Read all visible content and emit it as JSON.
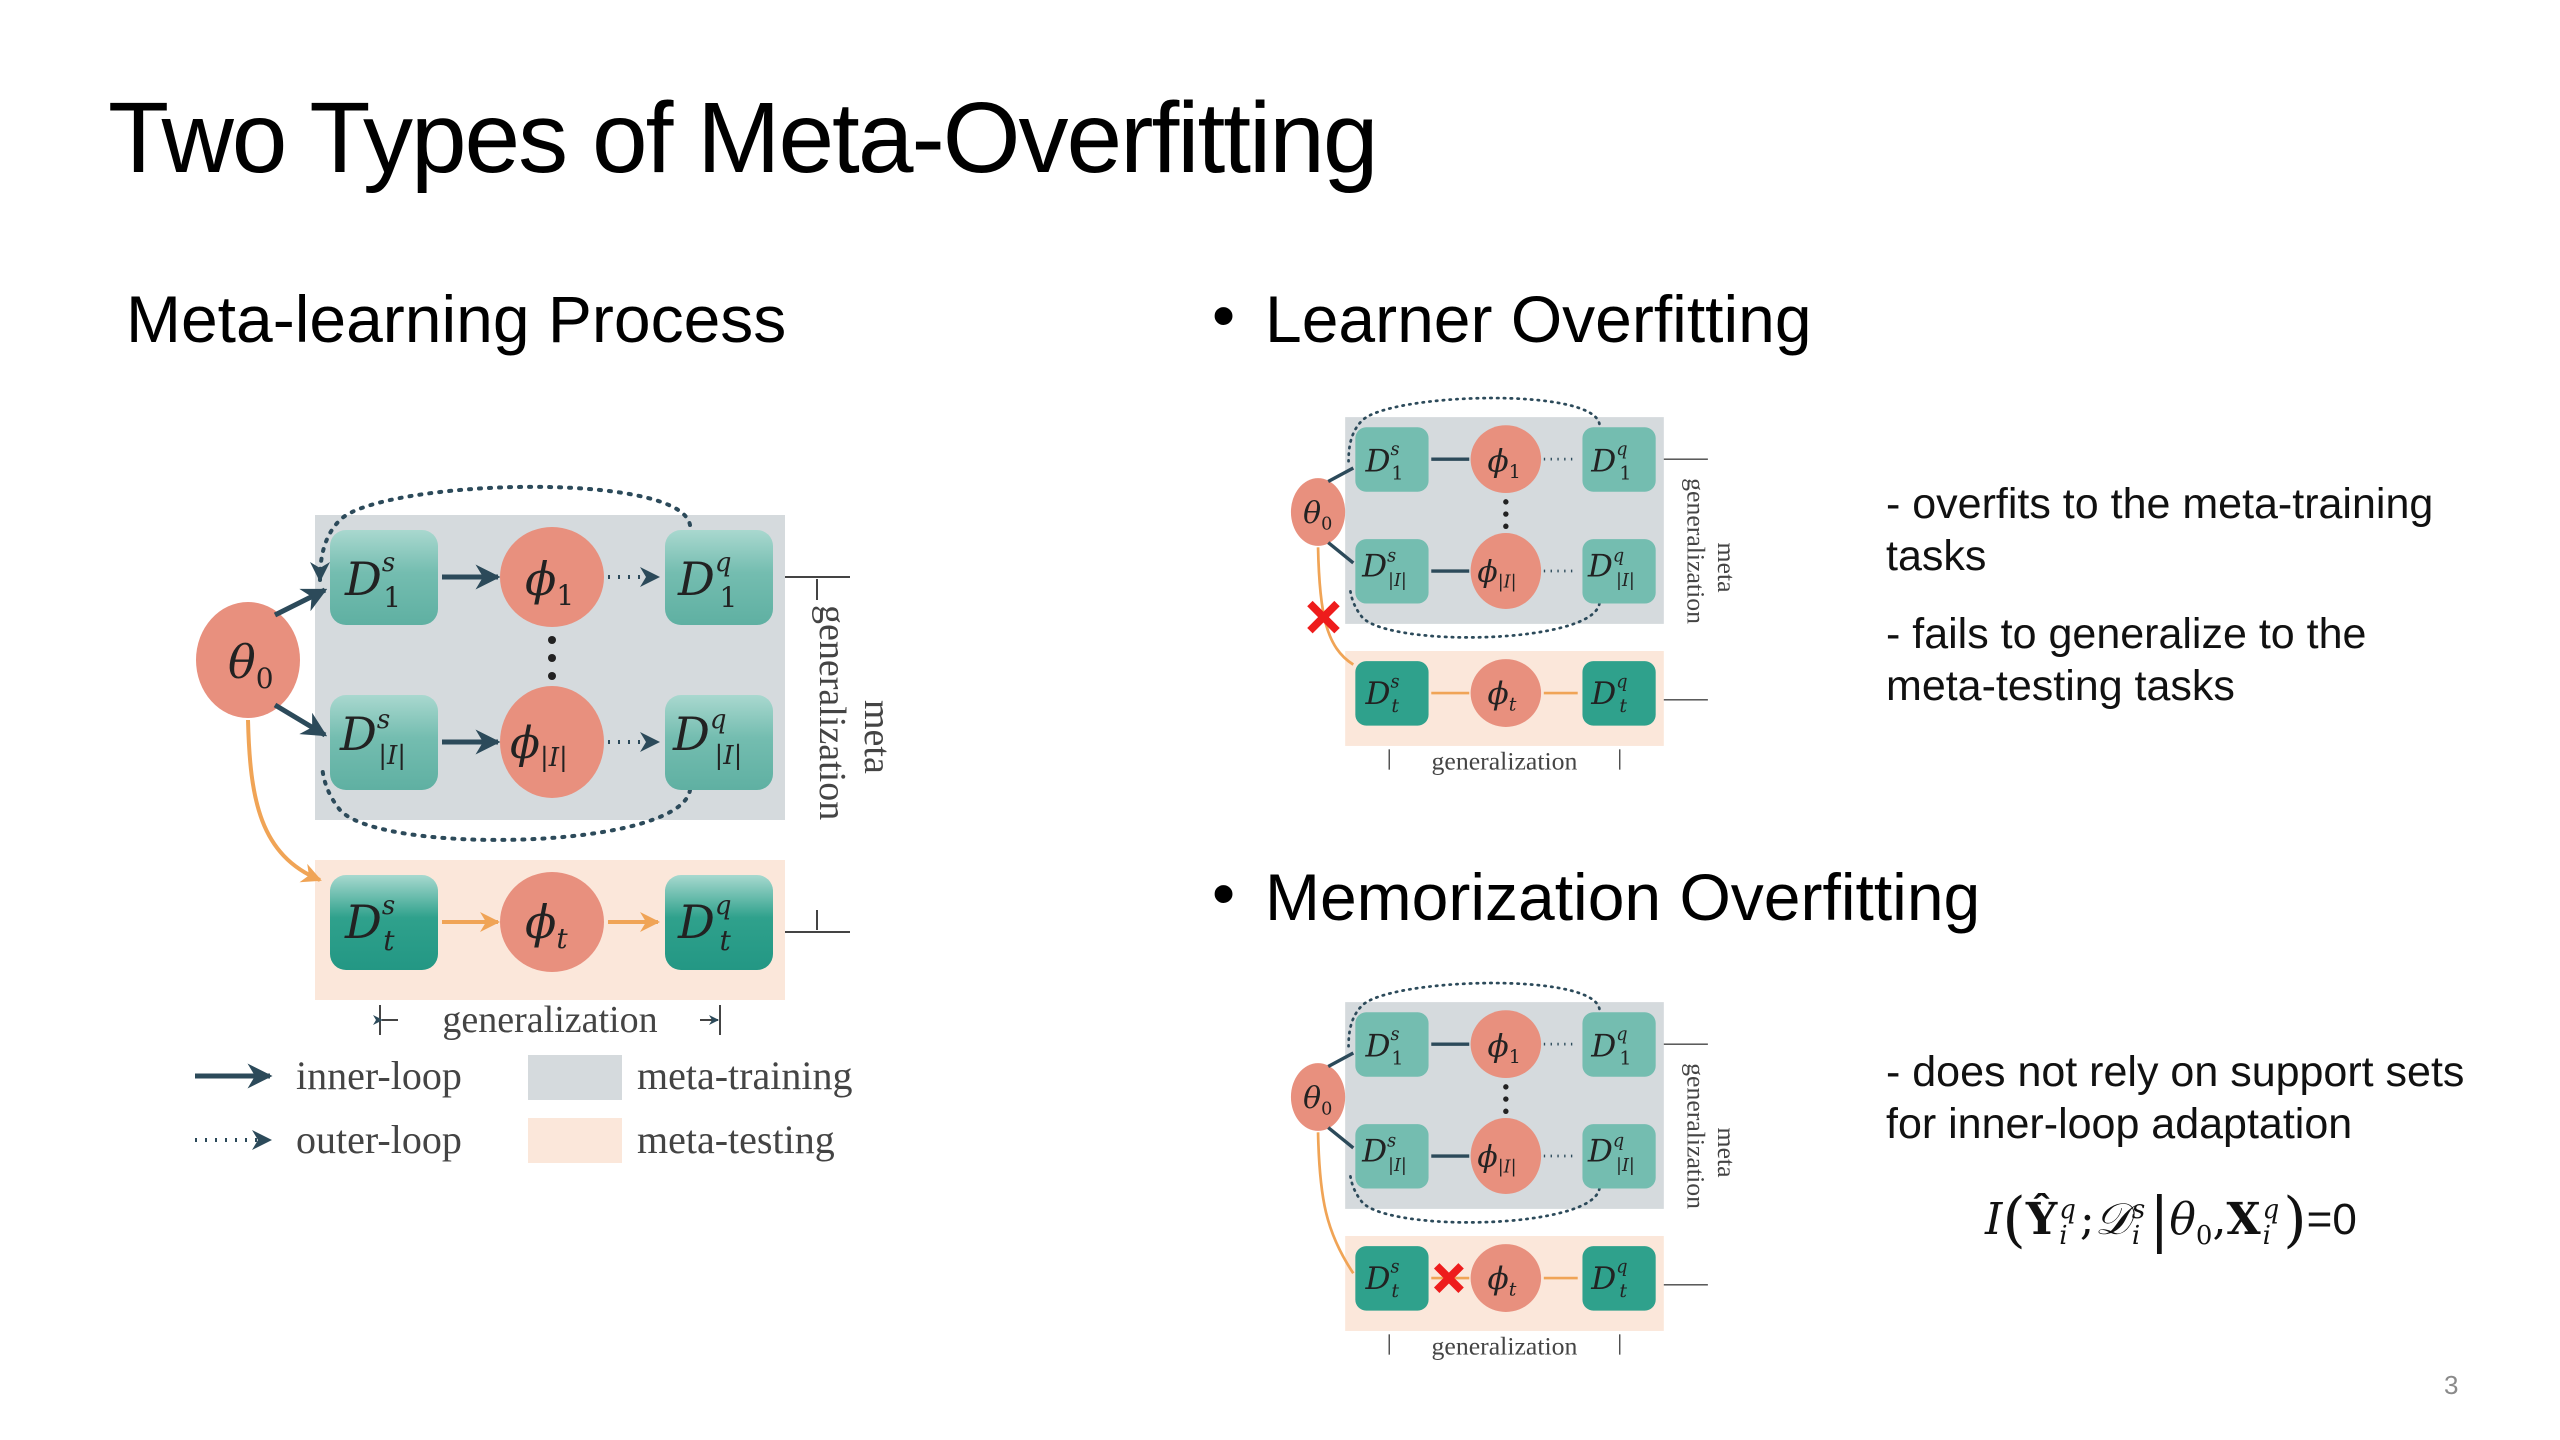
{
  "slide": {
    "title": "Two Types of Meta-Overfitting",
    "page_number": "3"
  },
  "left": {
    "heading": "Meta-learning Process",
    "legend": {
      "inner_loop": "inner-loop",
      "outer_loop": "outer-loop",
      "meta_training": "meta-training",
      "meta_testing": "meta-testing"
    }
  },
  "diagram": {
    "theta0": "θ",
    "theta0_sub": "0",
    "ds_main": "D",
    "phi": "ϕ",
    "row1": {
      "ds_sup": "s",
      "ds_sub": "1",
      "phi_sub": "1",
      "dq_sup": "q",
      "dq_sub": "1"
    },
    "rowI": {
      "ds_sup": "s",
      "ds_sub": "|I|",
      "phi_sub": "|I|",
      "dq_sup": "q",
      "dq_sub": "|I|"
    },
    "rowt": {
      "ds_sup": "s",
      "ds_sub": "t",
      "phi_sub": "t",
      "dq_sup": "q",
      "dq_sub": "t"
    },
    "generalization": "generalization",
    "meta_generalization_line1": "meta",
    "meta_generalization_line2": "generalization",
    "colors": {
      "teal_box": "#6fb9ac",
      "teal_box_dark": "#2a9a86",
      "salmon_node": "#e8907e",
      "arrow_dark": "#2c4a5a",
      "arrow_orange": "#f0a456",
      "meta_training_bg": "#d5dadd",
      "meta_testing_bg": "#fbe7da",
      "cross_red": "#ee1c1c"
    }
  },
  "learner": {
    "heading": "Learner Overfitting",
    "notes": [
      "- overfits to the meta-training tasks",
      "- fails to generalize to the meta-testing tasks"
    ]
  },
  "memorization": {
    "heading": "Memorization Overfitting",
    "notes": [
      "- does not rely on support sets for inner-loop adaptation"
    ],
    "formula": {
      "I": "I",
      "Y": "Ŷ",
      "Y_sup": "q",
      "Y_sub": "i",
      "semicolon": ";",
      "D": "𝒟",
      "D_sup": "s",
      "D_sub": "i",
      "bar": "|",
      "theta": "θ",
      "theta_sub": "0",
      "comma": ",",
      "X": "X",
      "X_sup": "q",
      "X_sub": "i",
      "rhs": "=0"
    }
  }
}
